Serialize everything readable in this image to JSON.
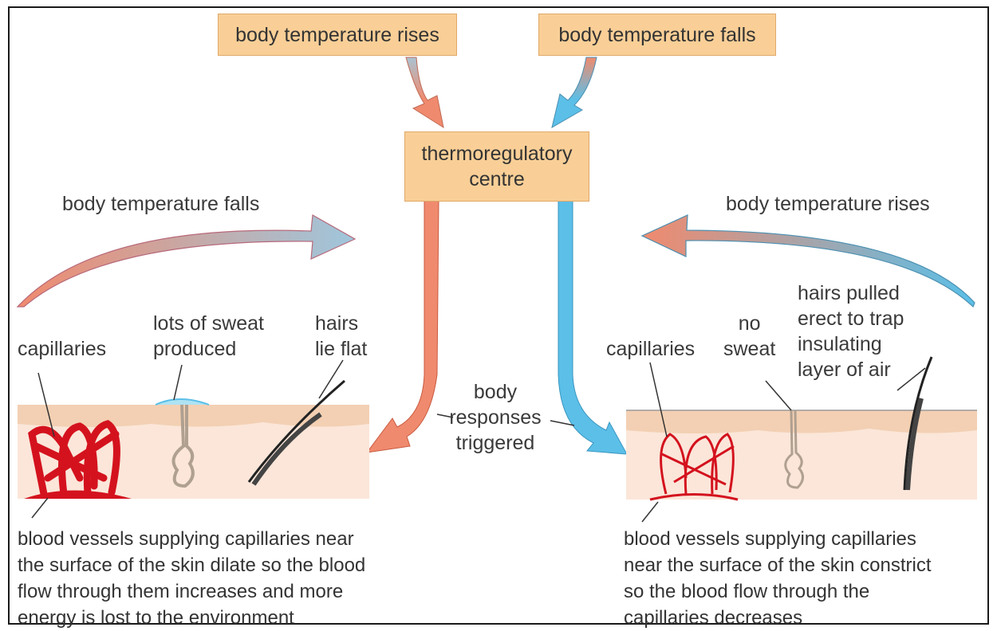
{
  "boxes": {
    "top_left": "body temperature rises",
    "top_right": "body temperature falls",
    "centre": "thermoregulatory\ncentre"
  },
  "arrow_labels": {
    "left_curve": "body temperature falls",
    "right_curve": "body temperature rises",
    "middle": "body\nresponses\ntriggered"
  },
  "left_panel": {
    "capillaries": "capillaries",
    "sweat": "lots of sweat\nproduced",
    "hairs": "hairs\nlie flat",
    "caption": "blood vessels supplying capillaries near\nthe surface of the skin dilate so the blood\nflow through them increases and more\nenergy is lost to the environment"
  },
  "right_panel": {
    "capillaries": "capillaries",
    "sweat": "no\nsweat",
    "hairs": "hairs pulled\nerect to trap\ninsulating\nlayer of air",
    "caption": "blood vessels supplying capillaries\nnear the surface of the skin constrict\nso the blood flow through the\ncapillaries decreases"
  },
  "colors": {
    "box_fill": "#f9cf97",
    "warm_arrow": "#f08a6e",
    "cool_arrow": "#5bbfe8",
    "skin_top": "#f3d0b3",
    "skin_body": "#fbe6d9",
    "vessel": "#d4121e"
  }
}
